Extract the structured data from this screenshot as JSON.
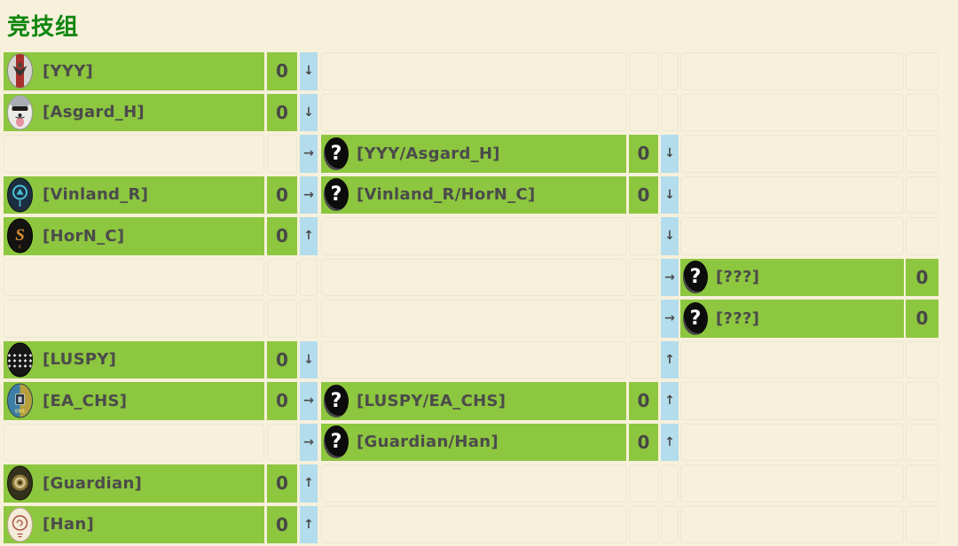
{
  "page": {
    "title": "竞技组"
  },
  "colors": {
    "background": "#f7f0db",
    "bar_green": "#8dc63f",
    "arrow_blue": "#b3ddec",
    "text_dark": "#4b4b4b",
    "title_green": "#0f860f",
    "grid_line": "#ece6d4"
  },
  "icons": {
    "legend": [
      "yyy-clan-icon",
      "asgard-clan-icon",
      "vinland-clan-icon",
      "horn-clan-icon",
      "luspy-clan-icon",
      "ea-chs-clan-icon",
      "guardian-clan-icon",
      "han-clan-icon",
      "unknown-team-icon"
    ]
  },
  "rows": [
    {
      "a": {
        "name": "[YYY]",
        "score": "0",
        "icon": "yyy-clan-icon"
      },
      "b": "↓"
    },
    {
      "a": {
        "name": "[Asgard_H]",
        "score": "0",
        "icon": "asgard-clan-icon"
      },
      "b": "↓"
    },
    {
      "b": "→",
      "c": {
        "name": "[YYY/Asgard_H]",
        "score": "0",
        "icon": "unknown-team-icon"
      },
      "d": "↓"
    },
    {
      "a": {
        "name": "[Vinland_R]",
        "score": "0",
        "icon": "vinland-clan-icon"
      },
      "b": "→",
      "c": {
        "name": "[Vinland_R/HorN_C]",
        "score": "0",
        "icon": "unknown-team-icon"
      },
      "d": "↓"
    },
    {
      "a": {
        "name": "[HorN_C]",
        "score": "0",
        "icon": "horn-clan-icon"
      },
      "b": "↑",
      "d": "↓"
    },
    {
      "d": "→",
      "e": {
        "name": "[???]",
        "score": "0",
        "icon": "unknown-team-icon"
      }
    },
    {
      "d": "→",
      "e": {
        "name": "[???]",
        "score": "0",
        "icon": "unknown-team-icon"
      }
    },
    {
      "a": {
        "name": "[LUSPY]",
        "score": "0",
        "icon": "luspy-clan-icon"
      },
      "b": "↓",
      "d": "↑"
    },
    {
      "a": {
        "name": "[EA_CHS]",
        "score": "0",
        "icon": "ea-chs-clan-icon"
      },
      "b": "→",
      "c": {
        "name": "[LUSPY/EA_CHS]",
        "score": "0",
        "icon": "unknown-team-icon"
      },
      "d": "↑"
    },
    {
      "b": "→",
      "c": {
        "name": "[Guardian/Han]",
        "score": "0",
        "icon": "unknown-team-icon"
      },
      "d": "↑"
    },
    {
      "a": {
        "name": "[Guardian]",
        "score": "0",
        "icon": "guardian-clan-icon"
      },
      "b": "↑"
    },
    {
      "a": {
        "name": "[Han]",
        "score": "0",
        "icon": "han-clan-icon"
      },
      "b": "↑"
    }
  ]
}
